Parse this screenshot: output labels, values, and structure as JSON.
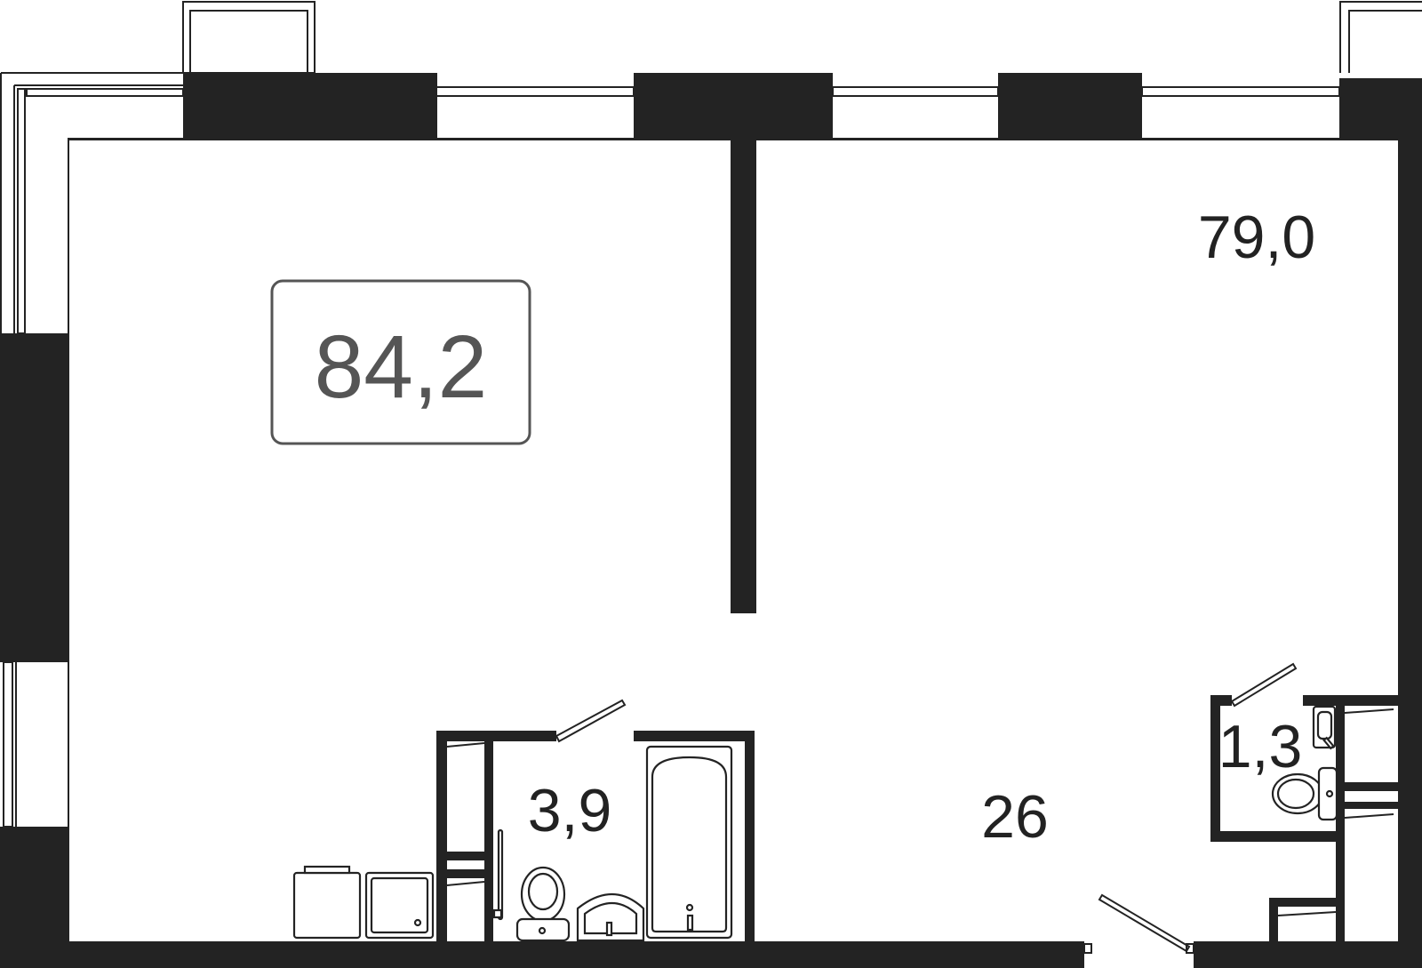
{
  "plan": {
    "total_area": "84,2",
    "rooms": {
      "living": "79,0",
      "hall": "26",
      "bathroom": "3,9",
      "wc": "1,3"
    },
    "colors": {
      "wall": "#232323",
      "total_text": "#555555",
      "room_text": "#222222",
      "background": "#ffffff"
    }
  }
}
